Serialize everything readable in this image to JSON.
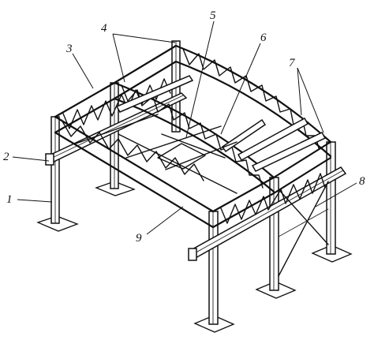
{
  "diagram": {
    "labels": [
      {
        "id": "1",
        "text": "1"
      },
      {
        "id": "2",
        "text": "2"
      },
      {
        "id": "3",
        "text": "3"
      },
      {
        "id": "4",
        "text": "4"
      },
      {
        "id": "5",
        "text": "5"
      },
      {
        "id": "6",
        "text": "6"
      },
      {
        "id": "7",
        "text": "7"
      },
      {
        "id": "8",
        "text": "8"
      },
      {
        "id": "9",
        "text": "9"
      }
    ],
    "colors": {
      "ink": "#111111",
      "background": "#ffffff"
    }
  }
}
